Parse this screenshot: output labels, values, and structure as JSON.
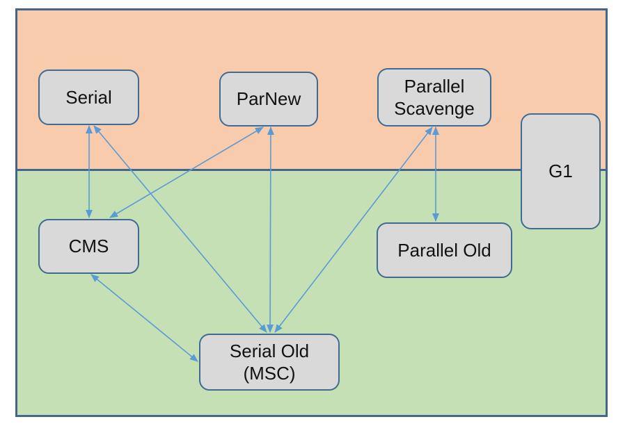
{
  "diagram": {
    "regions": {
      "young_generation": {
        "fill": "#F8CBAD"
      },
      "old_generation": {
        "fill": "#C5E0B4"
      }
    },
    "nodes": {
      "serial": {
        "label": "Serial"
      },
      "parnew": {
        "label": "ParNew"
      },
      "parallel_scavenge": {
        "label": "Parallel\nScavenge"
      },
      "g1": {
        "label": "G1"
      },
      "cms": {
        "label": "CMS"
      },
      "parallel_old": {
        "label": "Parallel Old"
      },
      "serial_old": {
        "label": "Serial Old\n(MSC)"
      }
    },
    "edges": [
      {
        "from": "serial",
        "to": "cms",
        "arrows": "both"
      },
      {
        "from": "parnew",
        "to": "cms",
        "arrows": "both"
      },
      {
        "from": "serial",
        "to": "serial_old",
        "arrows": "both"
      },
      {
        "from": "parnew",
        "to": "serial_old",
        "arrows": "both"
      },
      {
        "from": "parallel_scavenge",
        "to": "serial_old",
        "arrows": "both"
      },
      {
        "from": "parallel_scavenge",
        "to": "parallel_old",
        "arrows": "both"
      },
      {
        "from": "cms",
        "to": "serial_old",
        "arrows": "both"
      }
    ],
    "colors": {
      "arrow": "#5B9BD5",
      "box_fill": "#D9D9D9",
      "box_border": "#3F6A92",
      "frame_border": "#45658A"
    }
  }
}
